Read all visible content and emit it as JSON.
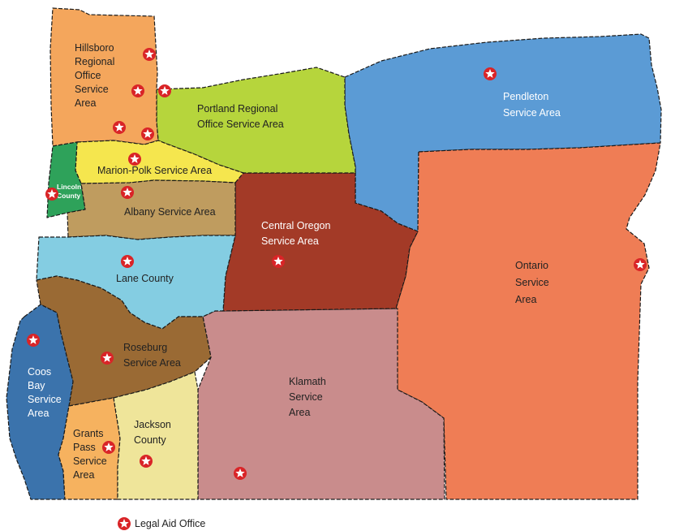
{
  "regions": {
    "hillsboro": {
      "lines": [
        "Hillsboro",
        "Regional",
        "Office",
        "Service",
        "Area"
      ],
      "color": "#f4a65c"
    },
    "portland": {
      "lines": [
        "Portland Regional",
        "Office Service Area"
      ],
      "color": "#b6d53c"
    },
    "pendleton": {
      "lines": [
        "Pendleton",
        "Service Area"
      ],
      "color": "#5b9bd5"
    },
    "marion_polk": {
      "lines": [
        "Marion-Polk Service Area"
      ],
      "color": "#f5e64e"
    },
    "lincoln": {
      "lines": [
        "Lincoln",
        "County"
      ],
      "color": "#2ea25a"
    },
    "albany": {
      "lines": [
        "Albany Service Area"
      ],
      "color": "#bf9c5f"
    },
    "central_oregon": {
      "lines": [
        "Central Oregon",
        "Service Area"
      ],
      "color": "#a33a27"
    },
    "ontario": {
      "lines": [
        "Ontario",
        "Service",
        "Area"
      ],
      "color": "#ef7d55"
    },
    "lane": {
      "lines": [
        "Lane County"
      ],
      "color": "#84cde2"
    },
    "roseburg": {
      "lines": [
        "Roseburg",
        "Service Area"
      ],
      "color": "#9a6a34"
    },
    "coos_bay": {
      "lines": [
        "Coos",
        "Bay",
        "Service",
        "Area"
      ],
      "color": "#3b73ac"
    },
    "klamath": {
      "lines": [
        "Klamath",
        "Service",
        "Area"
      ],
      "color": "#c98c8c"
    },
    "grants_pass": {
      "lines": [
        "Grants",
        "Pass",
        "Service",
        "Area"
      ],
      "color": "#f6b25f"
    },
    "jackson": {
      "lines": [
        "Jackson",
        "County"
      ],
      "color": "#efe59a"
    }
  },
  "office_marker_color": "#d92427",
  "legend": {
    "label": "Legal Aid Office",
    "icon": "star-marker-icon"
  }
}
